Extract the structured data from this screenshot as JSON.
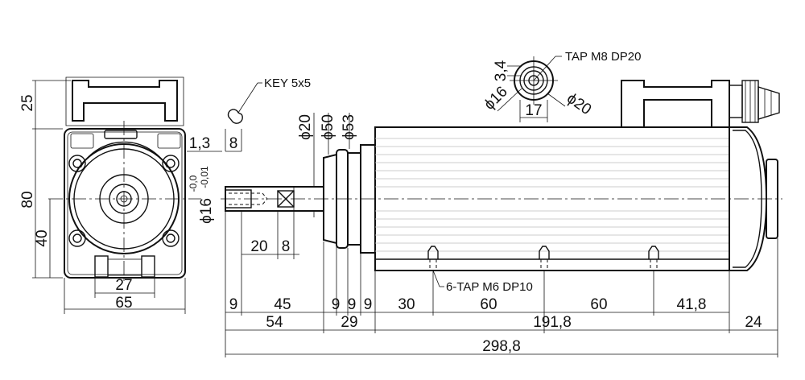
{
  "callouts": {
    "key": "KEY 5x5",
    "tap_top": "TAP M8 DP20",
    "tap_side": "6-TAP M6 DP10"
  },
  "front_view": {
    "height_25": "25",
    "height_80": "80",
    "height_40": "40",
    "width_27": "27",
    "width_65": "65"
  },
  "shaft": {
    "offset_1_3": "1,3",
    "key_8": "8",
    "diameter_16": "ϕ16",
    "tol_upper": "-0,0",
    "tol_lower": "-0,01",
    "len_20": "20",
    "len_8": "8"
  },
  "diameters": {
    "d20": "ϕ20",
    "d50": "ϕ50",
    "d53": "ϕ53"
  },
  "detail": {
    "d3_4": "3,4",
    "d16": "ϕ16",
    "d17": "17",
    "d20": "ϕ20"
  },
  "bottom_dims": {
    "row1": [
      "9",
      "45",
      "9",
      "9",
      "9",
      "30",
      "60",
      "60",
      "41,8"
    ],
    "row2": [
      "54",
      "29",
      "191,8",
      "24"
    ],
    "total": "298,8"
  }
}
